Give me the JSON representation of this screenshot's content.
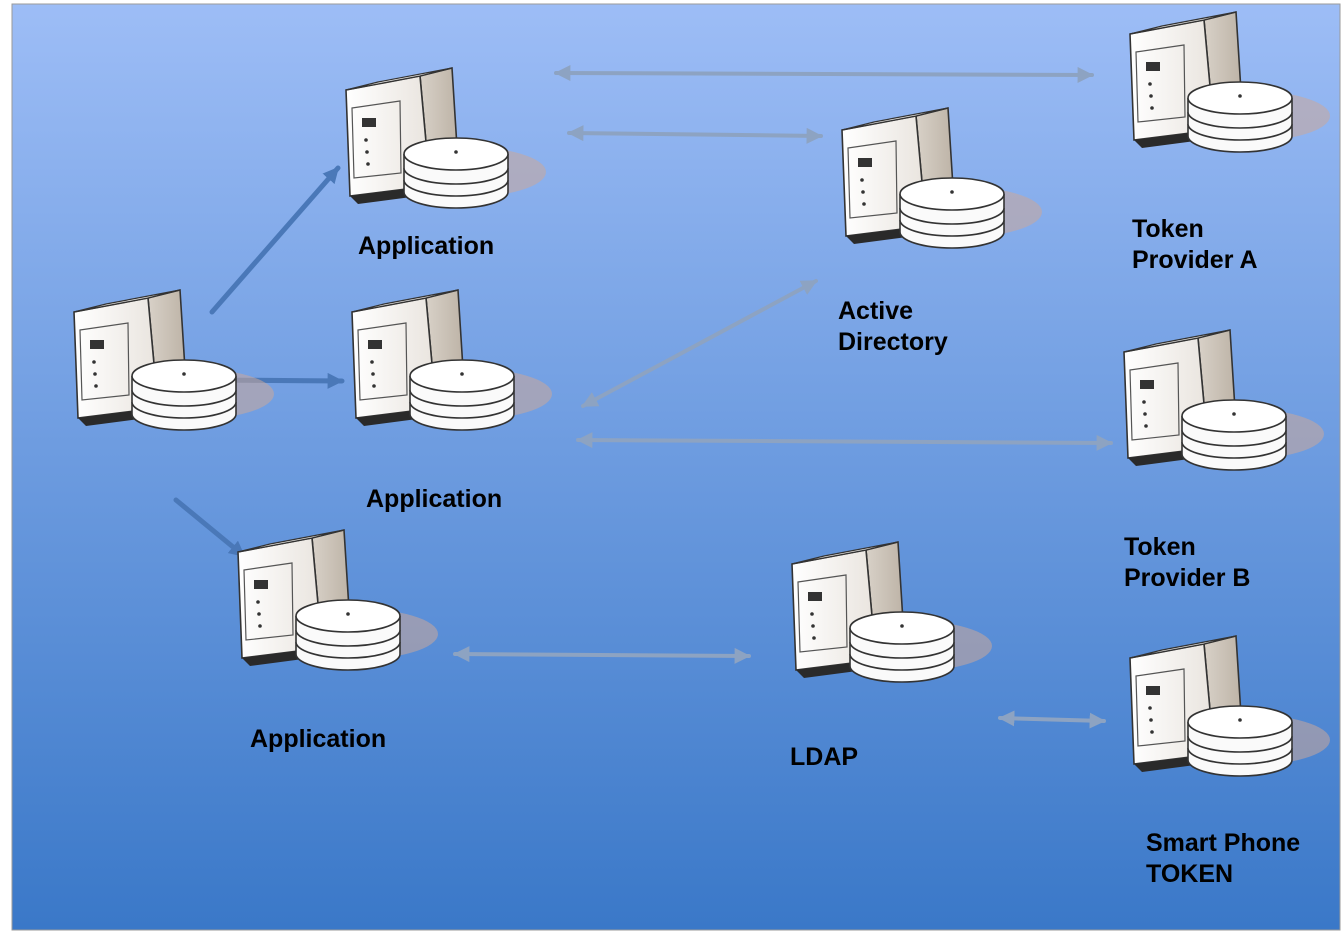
{
  "colors": {
    "background_top": "#9dbdf6",
    "background_bottom": "#3a78c8",
    "arrow_solid": "#4a78b8",
    "arrow_light": "#8da3c2"
  },
  "nodes": [
    {
      "id": "client",
      "icon": "server-with-disks-icon",
      "label_lines": []
    },
    {
      "id": "app-top",
      "icon": "server-with-disks-icon",
      "label_lines": [
        "Application"
      ]
    },
    {
      "id": "app-middle",
      "icon": "server-with-disks-icon",
      "label_lines": [
        "Application"
      ]
    },
    {
      "id": "app-bottom",
      "icon": "server-with-disks-icon",
      "label_lines": [
        "Application"
      ]
    },
    {
      "id": "active-directory",
      "icon": "server-with-disks-icon",
      "label_lines": [
        "Active",
        "Directory"
      ]
    },
    {
      "id": "token-provider-a",
      "icon": "server-with-disks-icon",
      "label_lines": [
        "Token",
        "Provider A"
      ]
    },
    {
      "id": "token-provider-b",
      "icon": "server-with-disks-icon",
      "label_lines": [
        "Token",
        "Provider B"
      ]
    },
    {
      "id": "ldap",
      "icon": "server-with-disks-icon",
      "label_lines": [
        "LDAP"
      ]
    },
    {
      "id": "smart-phone-token",
      "icon": "server-with-disks-icon",
      "label_lines": [
        "Smart Phone",
        "TOKEN"
      ]
    }
  ],
  "connections": [
    {
      "from": "client",
      "to": "app-top",
      "direction": "one-way",
      "style": "solid"
    },
    {
      "from": "client",
      "to": "app-middle",
      "direction": "one-way",
      "style": "solid"
    },
    {
      "from": "client",
      "to": "app-bottom",
      "direction": "one-way",
      "style": "solid"
    },
    {
      "from": "app-top",
      "to": "token-provider-a",
      "direction": "two-way",
      "style": "light"
    },
    {
      "from": "app-top",
      "to": "active-directory",
      "direction": "two-way",
      "style": "light"
    },
    {
      "from": "app-middle",
      "to": "active-directory",
      "direction": "two-way",
      "style": "light"
    },
    {
      "from": "app-middle",
      "to": "token-provider-b",
      "direction": "two-way",
      "style": "light"
    },
    {
      "from": "app-bottom",
      "to": "ldap",
      "direction": "two-way",
      "style": "light"
    },
    {
      "from": "ldap",
      "to": "smart-phone-token",
      "direction": "two-way",
      "style": "light"
    }
  ]
}
